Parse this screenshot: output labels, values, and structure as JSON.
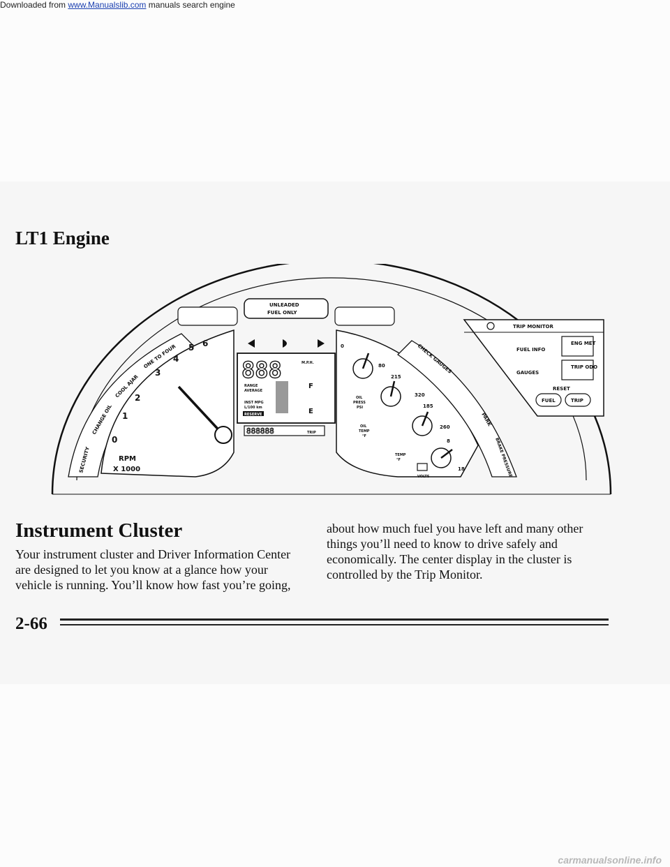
{
  "banner": {
    "prefix": "Downloaded from ",
    "link": "www.Manualslib.com",
    "suffix": " manuals search engine"
  },
  "section_title": "LT1 Engine",
  "cluster": {
    "fuel_notice_line1": "UNLEADED",
    "fuel_notice_line2": "FUEL ONLY",
    "left_warnings": [
      "SECURITY",
      "CHANGE OIL",
      "COOL AJAR",
      "ONE TO FOUR"
    ],
    "right_warnings": [
      "CHECK GAUGES",
      "PARK",
      "BRAKE PRESSURE"
    ],
    "tach": {
      "ticks": [
        "0",
        "1",
        "2",
        "3",
        "4",
        "5",
        "6"
      ],
      "label1": "RPM",
      "label2": "X 1000"
    },
    "dic": {
      "digits": "888",
      "unit_right": "M.P.H.",
      "range": "RANGE",
      "average": "AVERAGE",
      "inst_mpg": "INST MPG",
      "l_per_100": "L/100 km",
      "reserve": "RESERVE",
      "odometer": "888888",
      "odo_unit": "TRIP",
      "fuel_full": "F",
      "fuel_empty": "E"
    },
    "oil_press": {
      "zero": "0",
      "max": "80",
      "label1": "OIL",
      "label2": "PRESS",
      "label3": "PSI"
    },
    "oil_temp": {
      "mid": "215",
      "max": "320",
      "label1": "OIL",
      "label2": "TEMP",
      "label3": "°F"
    },
    "coolant": {
      "mid": "185",
      "max": "260",
      "label1": "TEMP",
      "label2": "°F"
    },
    "volts": {
      "low": "8",
      "max": "18",
      "label": "VOLTS"
    },
    "trip_monitor": {
      "title": "TRIP MONITOR",
      "fuel_info": "FUEL INFO",
      "eng_met": "ENG MET",
      "gauges": "GAUGES",
      "trip_odo": "TRIP ODO",
      "reset": "RESET",
      "fuel": "FUEL",
      "trip": "TRIP"
    }
  },
  "heading": "Instrument Cluster",
  "paragraph1": "Your instrument cluster and Driver Information Center are designed to let you know at a glance how your vehicle is running. You’ll know how fast you’re going,",
  "paragraph2": "about how much fuel you have left and many other things you’ll need to know to drive safely and economically. The center display in the cluster is controlled by the Trip Monitor.",
  "page_number": "2-66",
  "footer": "carmanualsonline.info"
}
